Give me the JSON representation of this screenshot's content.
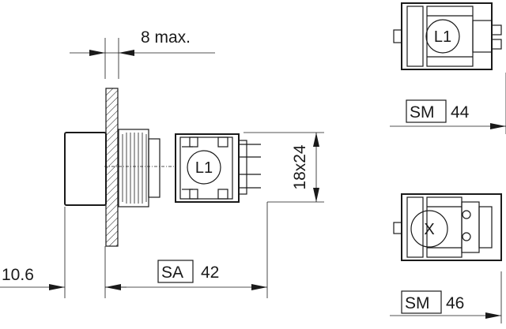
{
  "dimensions": {
    "panel_gap": "8 max.",
    "front_protrusion": "10.6",
    "bezel_size": "18x24",
    "length_sa_code": "SA",
    "length_sa_value": "42",
    "length_sm44_code": "SM",
    "length_sm44_value": "44",
    "length_sm46_code": "SM",
    "length_sm46_value": "46"
  },
  "markers": {
    "lamp_main": "L1",
    "lamp_top": "L1",
    "cross_bottom": "X"
  }
}
